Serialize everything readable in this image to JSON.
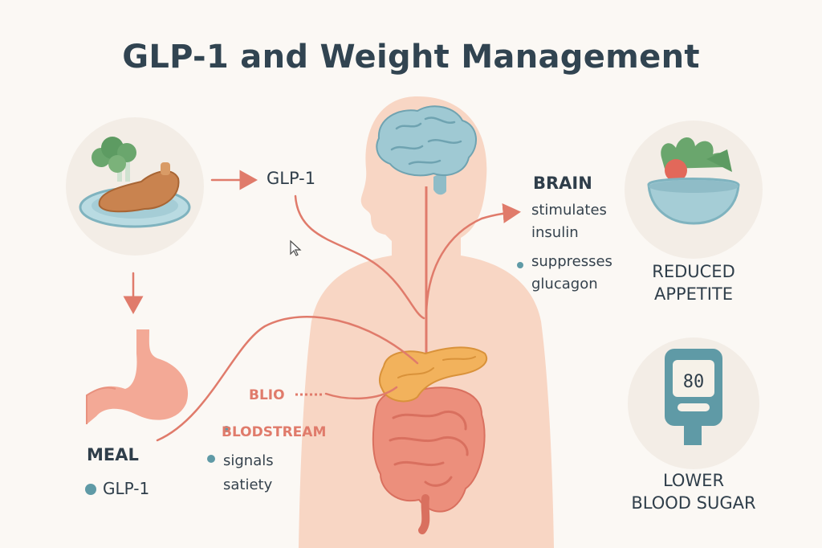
{
  "title": "GLP-1 and Weight Management",
  "colors": {
    "background": "#fbf8f4",
    "skin": "#f8d6c4",
    "brain": "#9fc9d3",
    "pancreas": "#f2b25c",
    "intestine": "#ec8f7c",
    "arrow": "#e07b6b",
    "dot": "#5f9aa6"
  },
  "icons": {
    "meal": "meal-plate-icon",
    "stomach": "stomach-icon",
    "salad": "salad-bowl-icon",
    "glucose_meter": "glucose-meter-icon",
    "cursor": "mouse-cursor-icon"
  },
  "labels": {
    "glp1_top": "GLP-1",
    "meal": "MEAL",
    "meal_glp1": "GLP-1",
    "blood": "BLIO",
    "bloodstream": "BLODSTREAM",
    "signals": "signals",
    "satiety": "satiety",
    "brain": "BRAIN",
    "stimulates": "stimulates",
    "insulin": "insulin",
    "suppresses": "suppresses",
    "glucagon": "glucagon",
    "reduced": "REDUCED",
    "appetite": "APPETITE",
    "lower": "LOWER",
    "blood_sugar": "BLOOD SUGAR",
    "meter_reading": "80"
  }
}
